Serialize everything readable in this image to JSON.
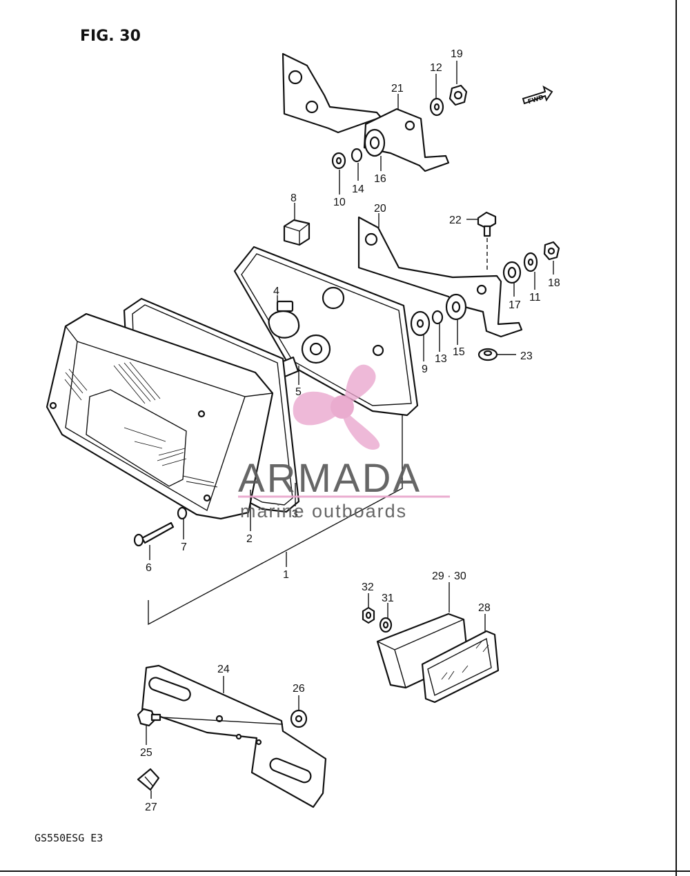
{
  "figure": {
    "title": "FIG. 30",
    "model_code": "GS550ESG  E3",
    "fwd_label": "FWD"
  },
  "callouts": {
    "c1": "1",
    "c2": "2",
    "c3": "3",
    "c4": "4",
    "c5": "5",
    "c6": "6",
    "c7": "7",
    "c8": "8",
    "c9": "9",
    "c10": "10",
    "c11": "11",
    "c12": "12",
    "c13": "13",
    "c14": "14",
    "c15": "15",
    "c16": "16",
    "c17": "17",
    "c18": "18",
    "c19": "19",
    "c20": "20",
    "c21": "21",
    "c22": "22",
    "c23": "23",
    "c24": "24",
    "c25": "25",
    "c26": "26",
    "c27": "27",
    "c28": "28",
    "c29_30": "29 · 30",
    "c31": "31",
    "c32": "32"
  },
  "watermark": {
    "brand": "ARMADA",
    "tagline": "marine outboards",
    "color": "#e9a6cc"
  }
}
